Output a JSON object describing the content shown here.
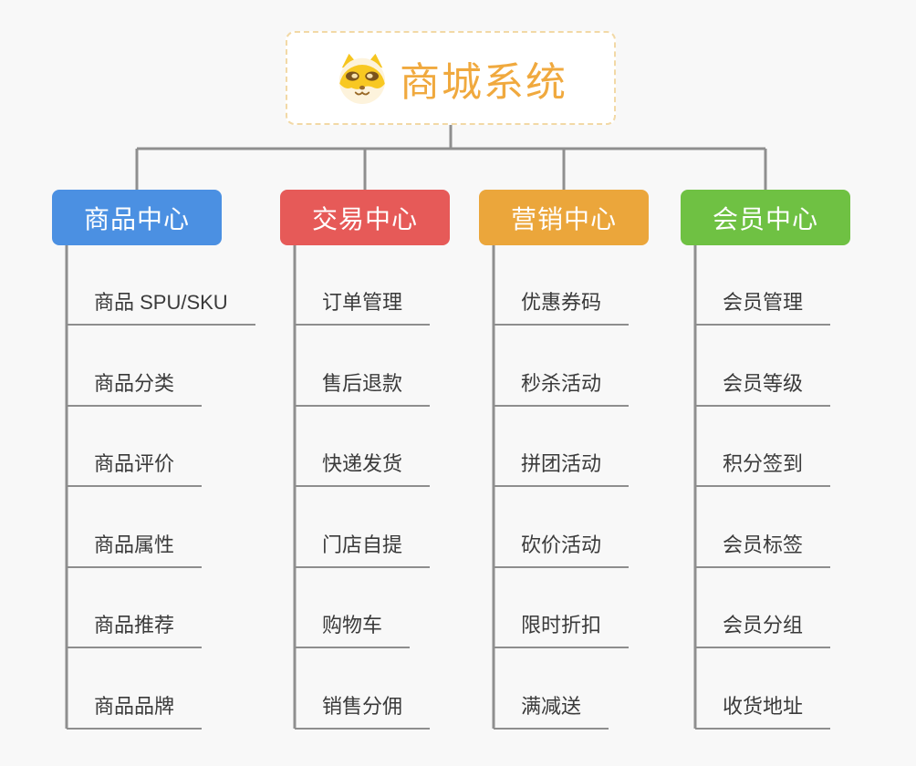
{
  "root": {
    "title": "商城系统",
    "icon": "shiba-dog-icon"
  },
  "branches": [
    {
      "label": "商品中心",
      "color": "#4B90E2",
      "items": [
        "商品 SPU/SKU",
        "商品分类",
        "商品评价",
        "商品属性",
        "商品推荐",
        "商品品牌"
      ]
    },
    {
      "label": "交易中心",
      "color": "#E65A58",
      "items": [
        "订单管理",
        "售后退款",
        "快递发货",
        "门店自提",
        "购物车",
        "销售分佣"
      ]
    },
    {
      "label": "营销中心",
      "color": "#EBA63B",
      "items": [
        "优惠券码",
        "秒杀活动",
        "拼团活动",
        "砍价活动",
        "限时折扣",
        "满减送"
      ]
    },
    {
      "label": "会员中心",
      "color": "#6FC143",
      "items": [
        "会员管理",
        "会员等级",
        "积分签到",
        "会员标签",
        "会员分组",
        "收货地址"
      ]
    }
  ],
  "colors": {
    "background": "#F8F8F8",
    "connector_line": "#8F8F8F",
    "item_underline": "#8E8E8E",
    "item_text": "#3A3A3A",
    "root_title": "#F0A93E",
    "root_border": "#F2D9A6"
  }
}
